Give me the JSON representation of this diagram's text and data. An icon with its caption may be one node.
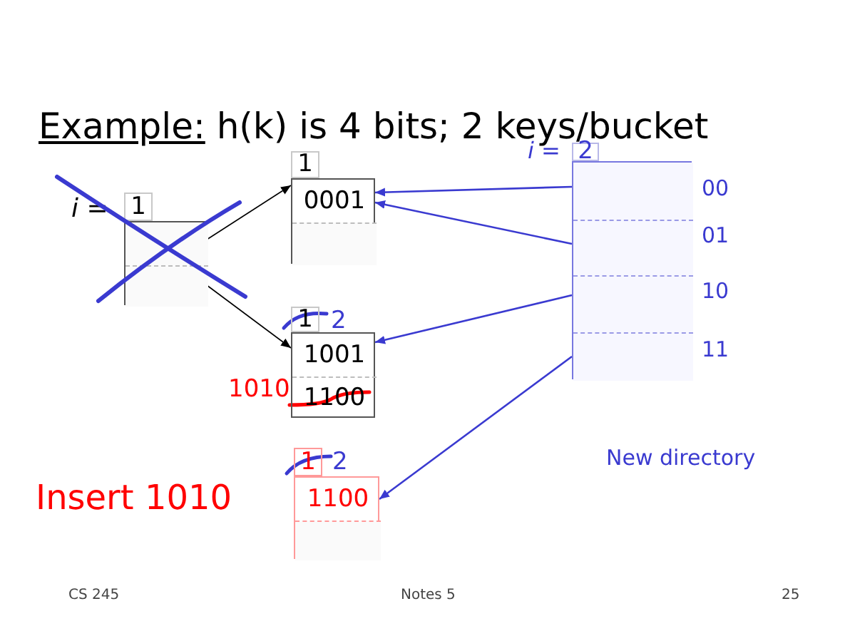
{
  "diagram": {
    "title": "Example: h(k) is 4 bits; 2 keys/bucket",
    "nodes": [
      {
        "text": [
          "1"
        ],
        "beside": [
          "i ="
        ]
      },
      {
        "text": [],
        "shape": "box"
      },
      {
        "text": [],
        "shape": "box",
        "in": 1
      },
      {
        "text": [],
        "shape": "box",
        "in": 1
      },
      {
        "text": [
          "1"
        ]
      },
      {
        "text": [],
        "shape": "box"
      },
      {
        "text": [
          "0001"
        ],
        "in": 5
      },
      {
        "text": [],
        "shape": "box",
        "in": 5
      },
      {
        "text": [
          "1"
        ],
        "beside": [
          "2"
        ]
      },
      {
        "text": [],
        "shape": "box"
      },
      {
        "text": [
          "1001"
        ],
        "in": 9
      },
      {
        "text": [
          "1100"
        ],
        "in": 9,
        "beside": [
          "1010"
        ]
      },
      {
        "text": [
          "1"
        ],
        "beside": [
          "2"
        ]
      },
      {
        "text": [],
        "shape": "box"
      },
      {
        "text": [
          "1100"
        ],
        "in": 13
      },
      {
        "text": [],
        "shape": "box",
        "in": 13
      },
      {
        "text": [
          "2"
        ],
        "beside": [
          "i ="
        ]
      },
      {
        "text": [],
        "shape": "box"
      },
      {
        "text": [],
        "shape": "box",
        "in": 17,
        "beside": [
          "00"
        ]
      },
      {
        "text": [],
        "shape": "box",
        "in": 17,
        "beside": [
          "01"
        ]
      },
      {
        "text": [],
        "shape": "box",
        "in": 17,
        "beside": [
          "10"
        ]
      },
      {
        "text": [],
        "shape": "box",
        "in": 17,
        "beside": [
          "11"
        ]
      }
    ],
    "edges": [
      {
        "from": 2,
        "to": 5,
        "arrow": "to",
        "color": "#000000"
      },
      {
        "from": 3,
        "to": 9,
        "arrow": "to",
        "color": "#000000"
      },
      {
        "from": 18,
        "to": 6,
        "arrow": "to"
      },
      {
        "from": 19,
        "to": 6,
        "arrow": "to"
      },
      {
        "from": 20,
        "to": 10,
        "arrow": "to"
      },
      {
        "from": 21,
        "to": 14,
        "arrow": "to"
      }
    ],
    "labels": [
      "Insert 1010",
      "New directory",
      "CS 245",
      "Notes 5",
      "25"
    ]
  }
}
